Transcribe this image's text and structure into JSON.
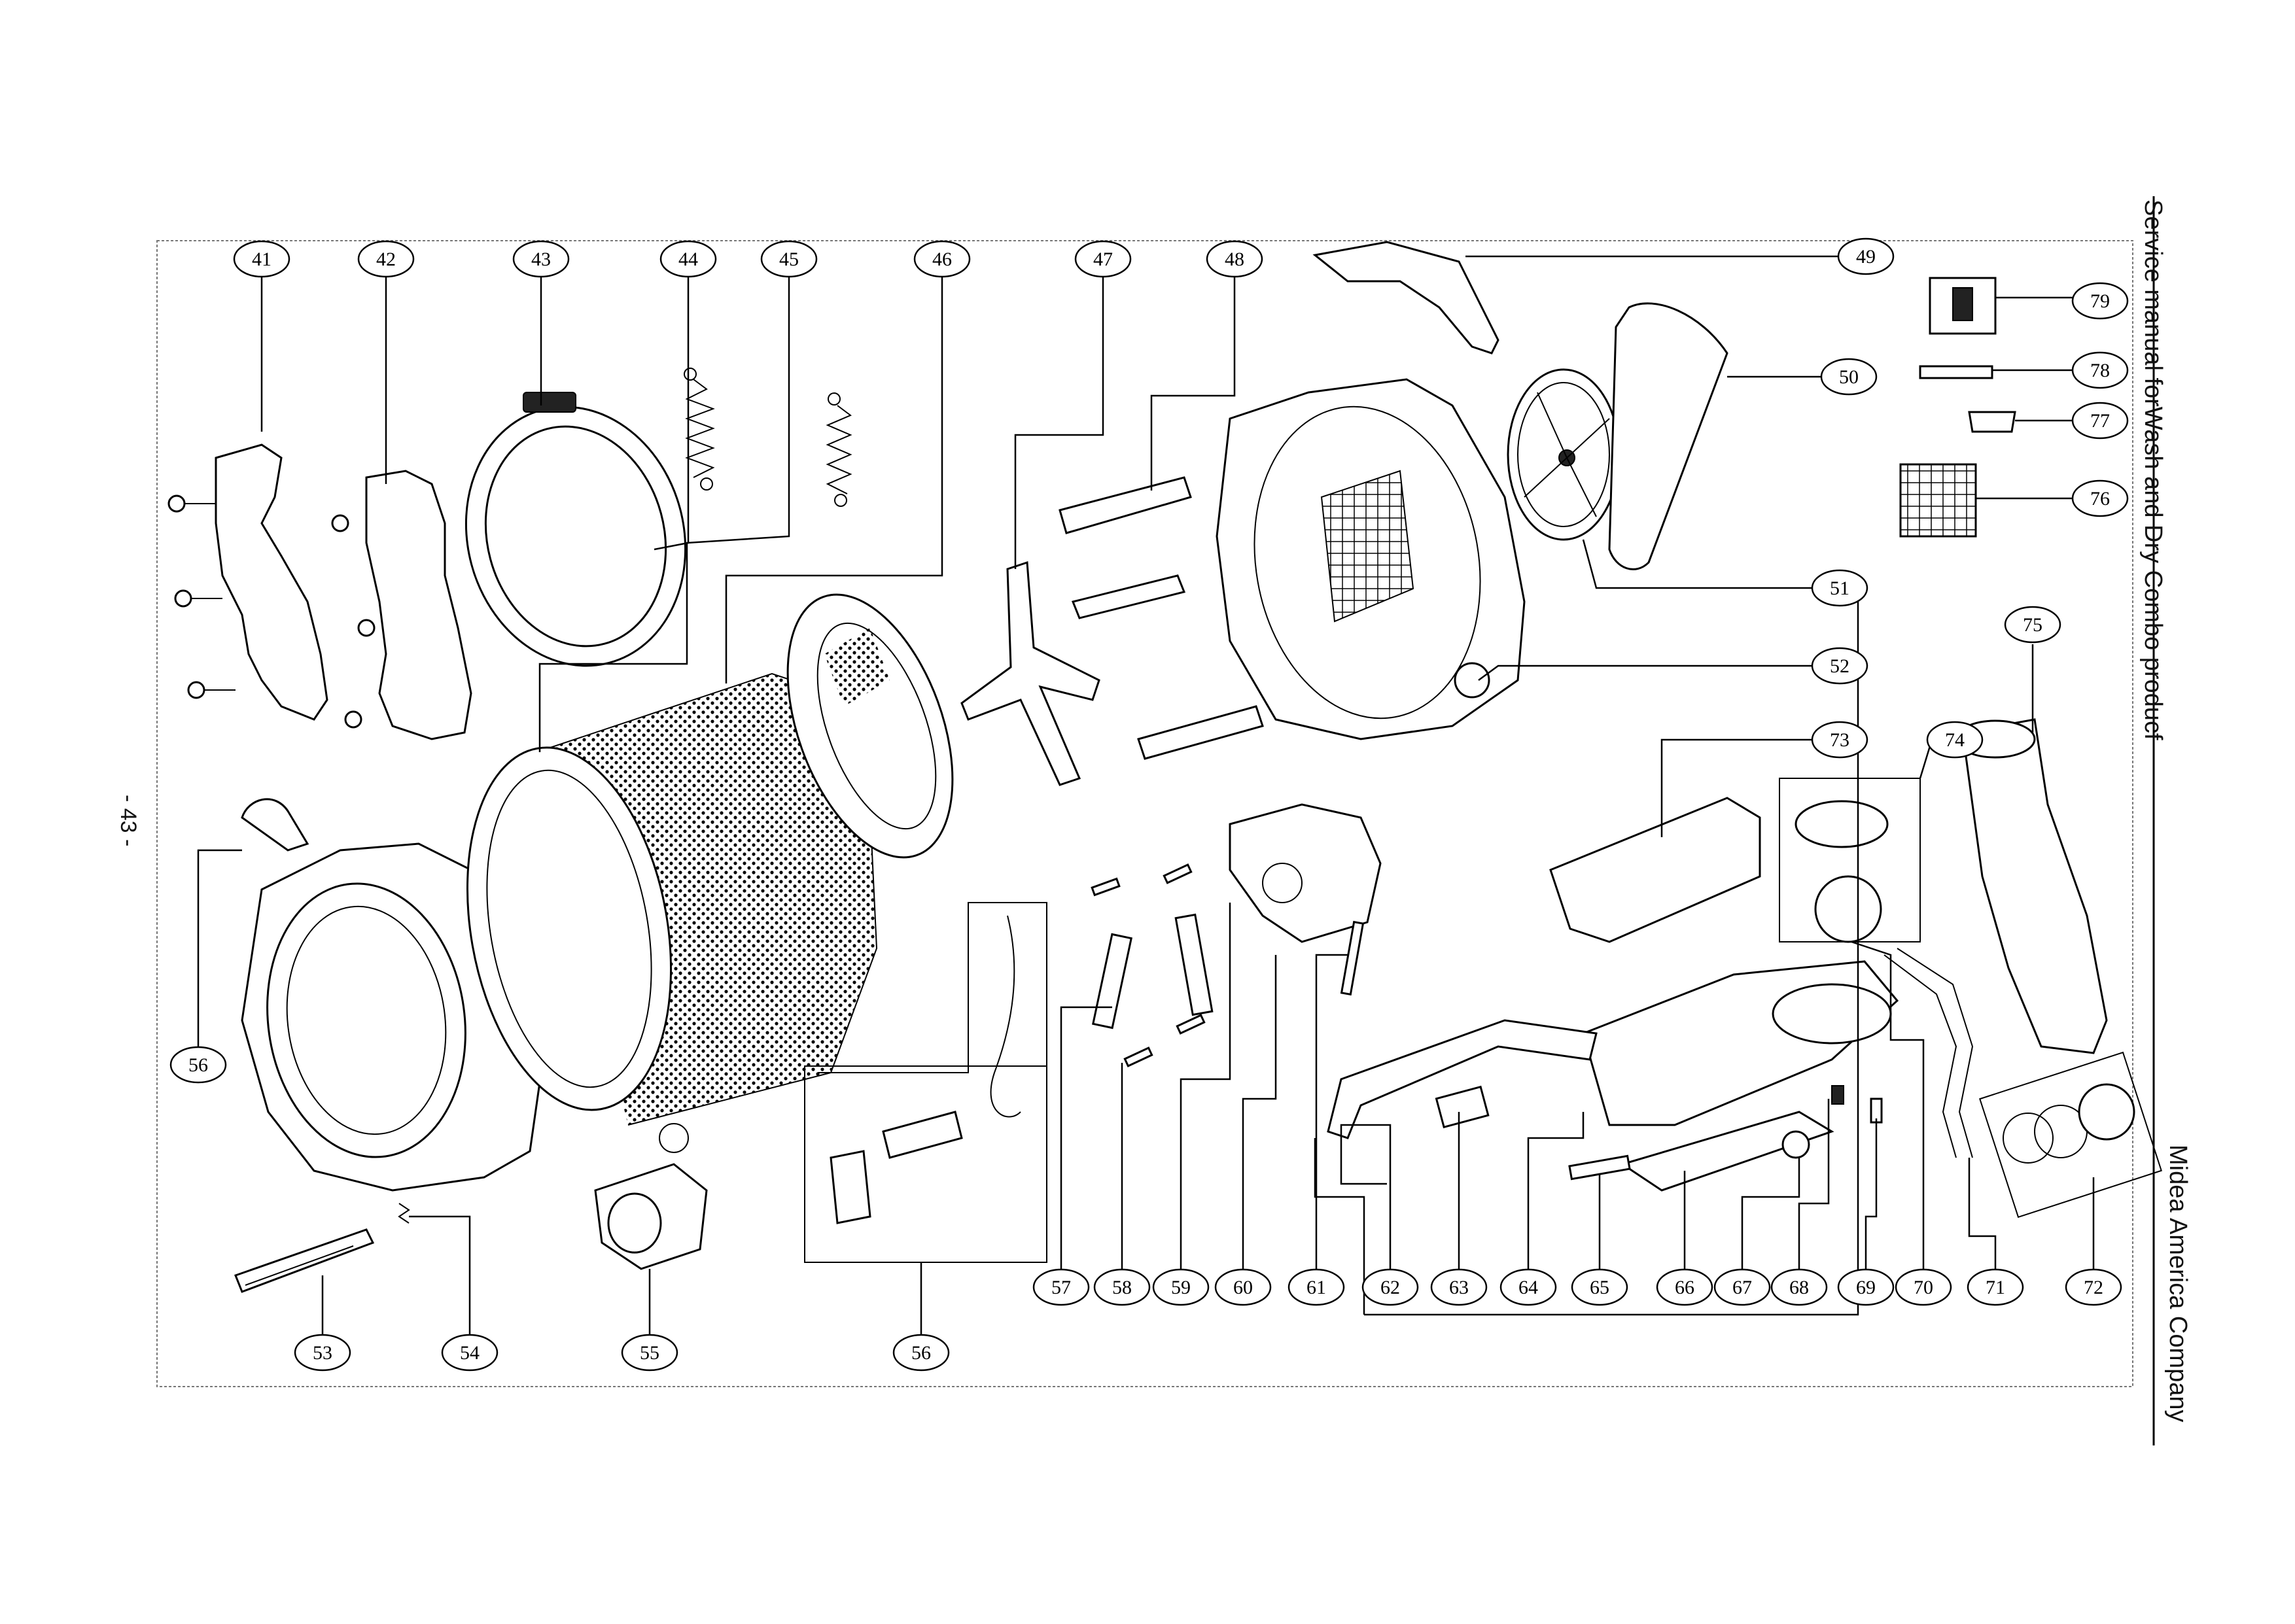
{
  "document": {
    "side_title_left": "Service manual forWash and Dry  Combo producf",
    "side_title_right": "Midea America Company",
    "page_number": "- 43 -"
  },
  "callouts": [
    "41",
    "42",
    "43",
    "44",
    "45",
    "46",
    "47",
    "48",
    "49",
    "50",
    "51",
    "52",
    "53",
    "54",
    "55",
    "56",
    "56",
    "57",
    "58",
    "59",
    "60",
    "61",
    "62",
    "63",
    "64",
    "65",
    "66",
    "67",
    "68",
    "69",
    "70",
    "71",
    "72",
    "73",
    "74",
    "75",
    "76",
    "77",
    "78",
    "79"
  ]
}
